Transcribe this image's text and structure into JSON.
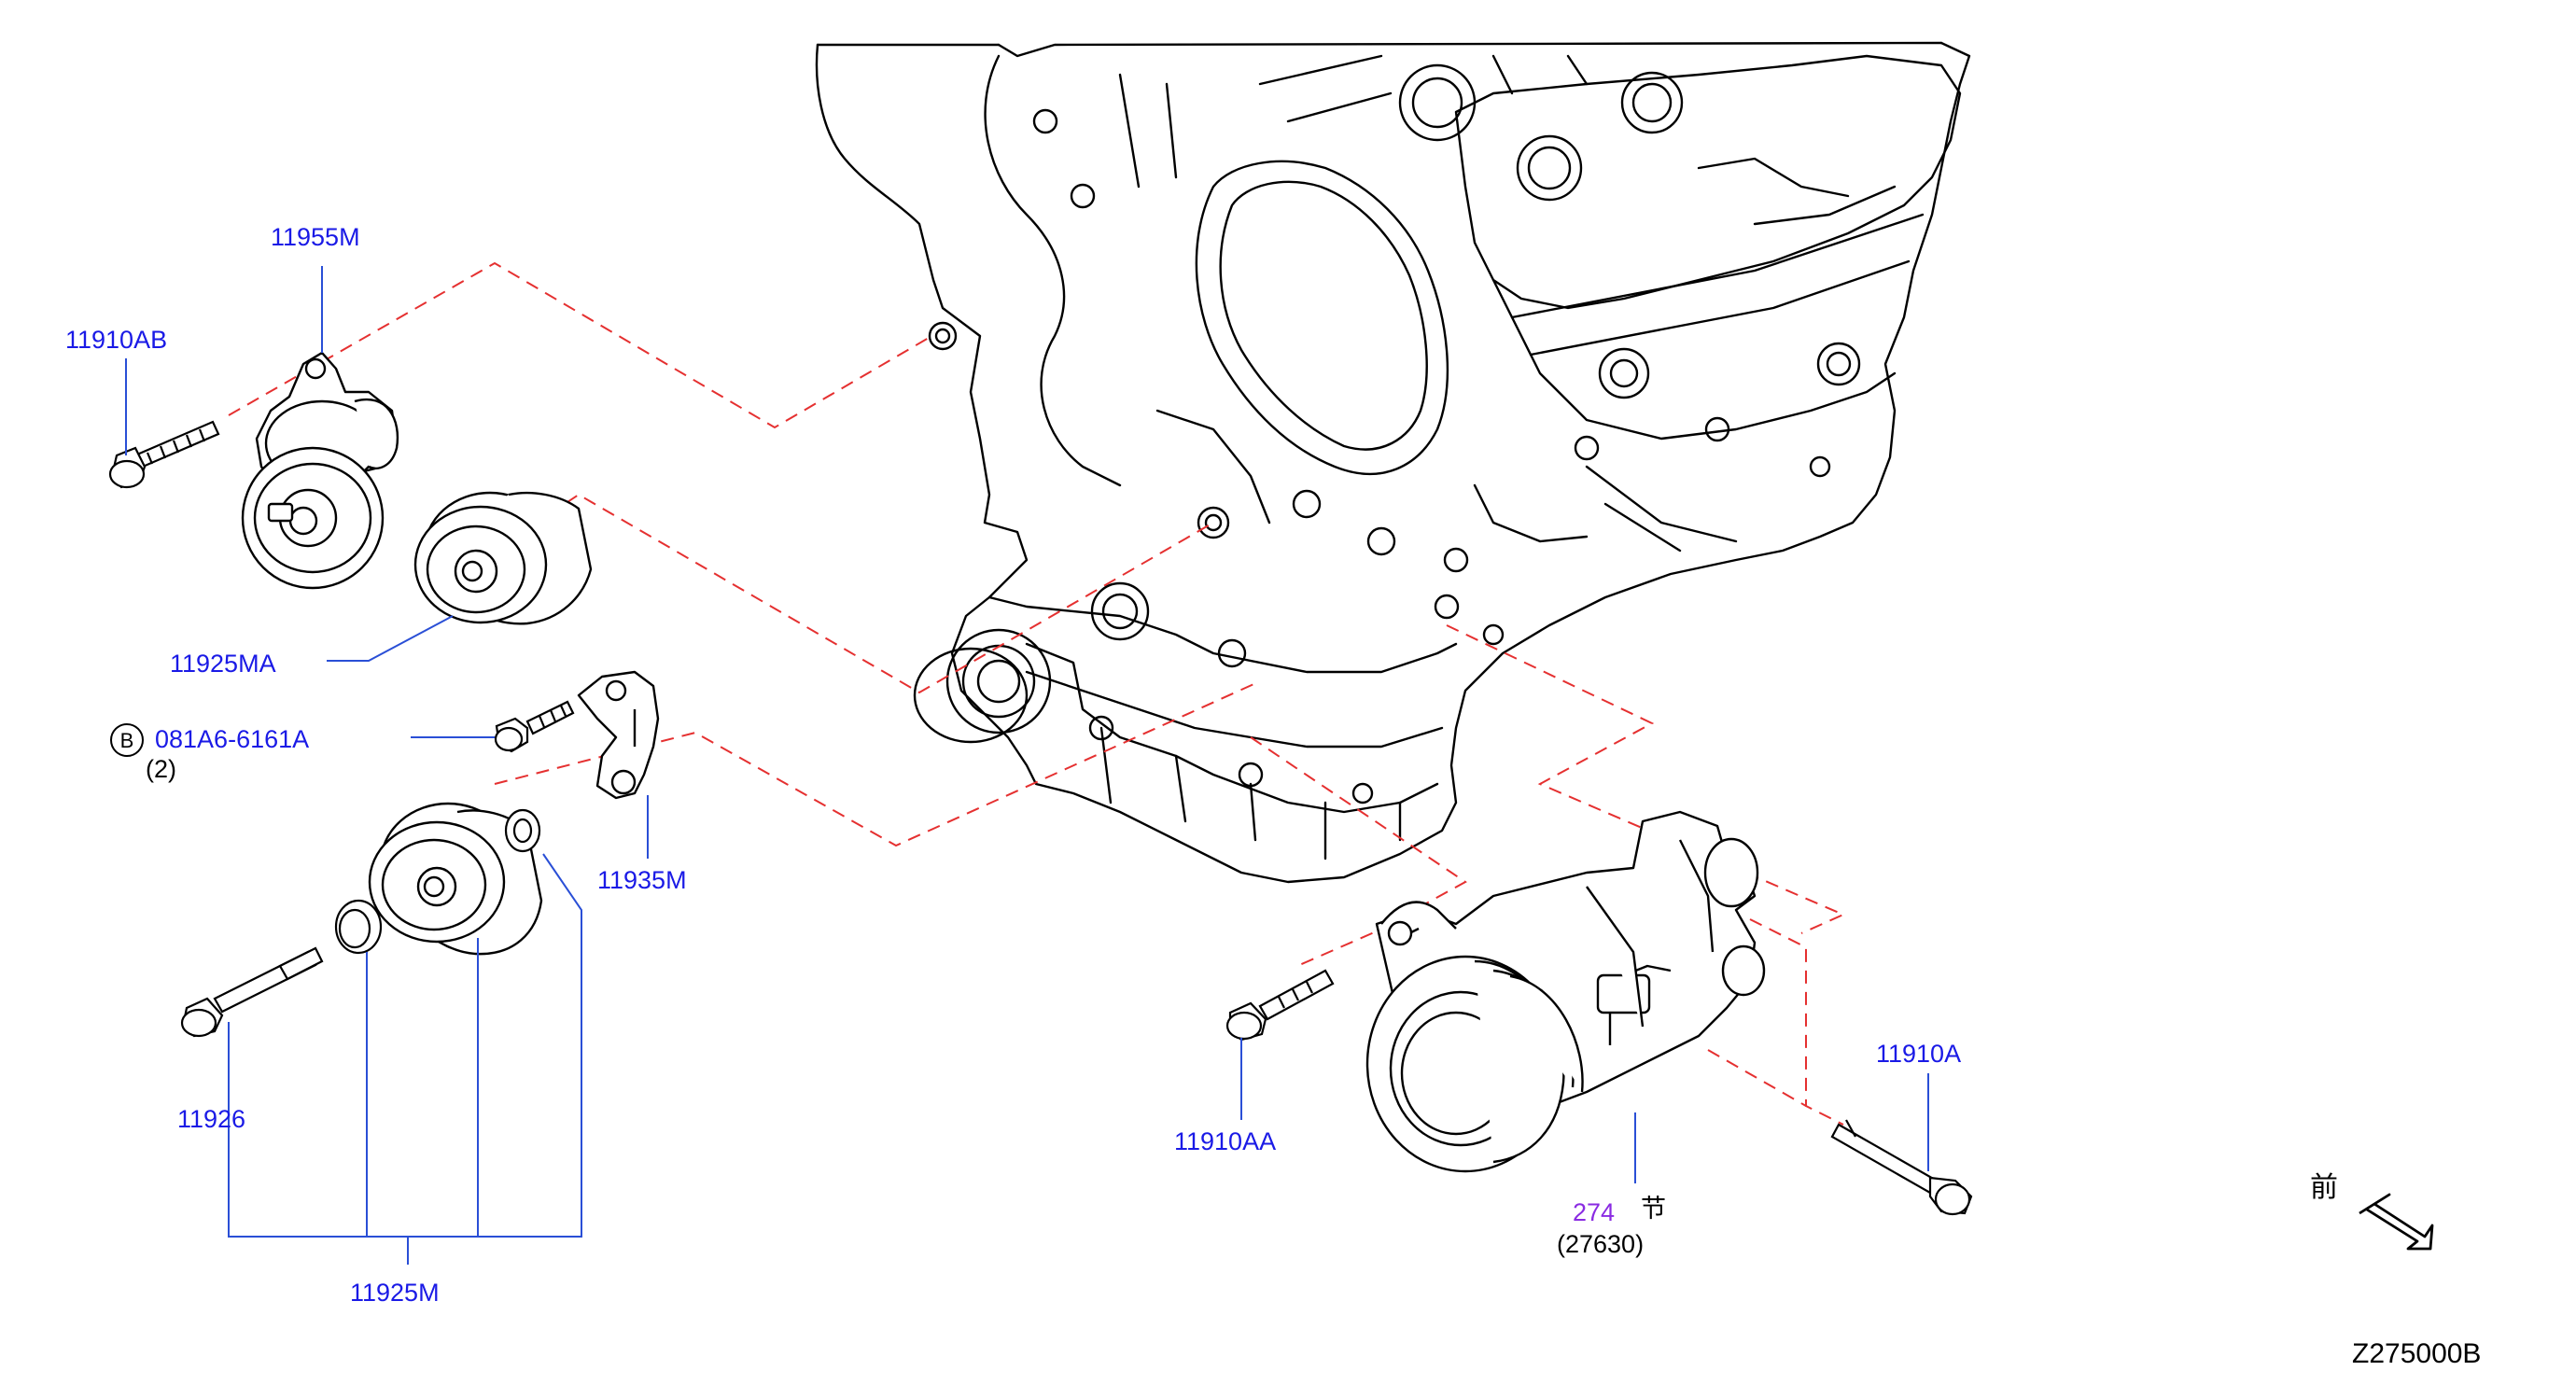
{
  "diagram_code": "Z275000B",
  "front_symbol": "前",
  "page_symbol": "节",
  "parts": {
    "tensioner": "11955M",
    "tensioner_bolt": "11910AB",
    "idler_pulley_upper": "11925MA",
    "bolt_b": {
      "circle_letter": "B",
      "number": "081A6-6161A",
      "qty": "(2)"
    },
    "bracket": "11935M",
    "idler_bolt": "11926",
    "idler_assembly": "11925M",
    "compressor_bolt_left": "11910AA",
    "compressor_bolt_right": "11910A",
    "compressor_ref": "274",
    "compressor_sub": "(27630)"
  },
  "colors": {
    "part_label": "#1a1ae6",
    "leader_line": "#2a4fd6",
    "dash_line": "#e53030",
    "ref_label": "#8a2be2",
    "drawing": "#000000"
  }
}
